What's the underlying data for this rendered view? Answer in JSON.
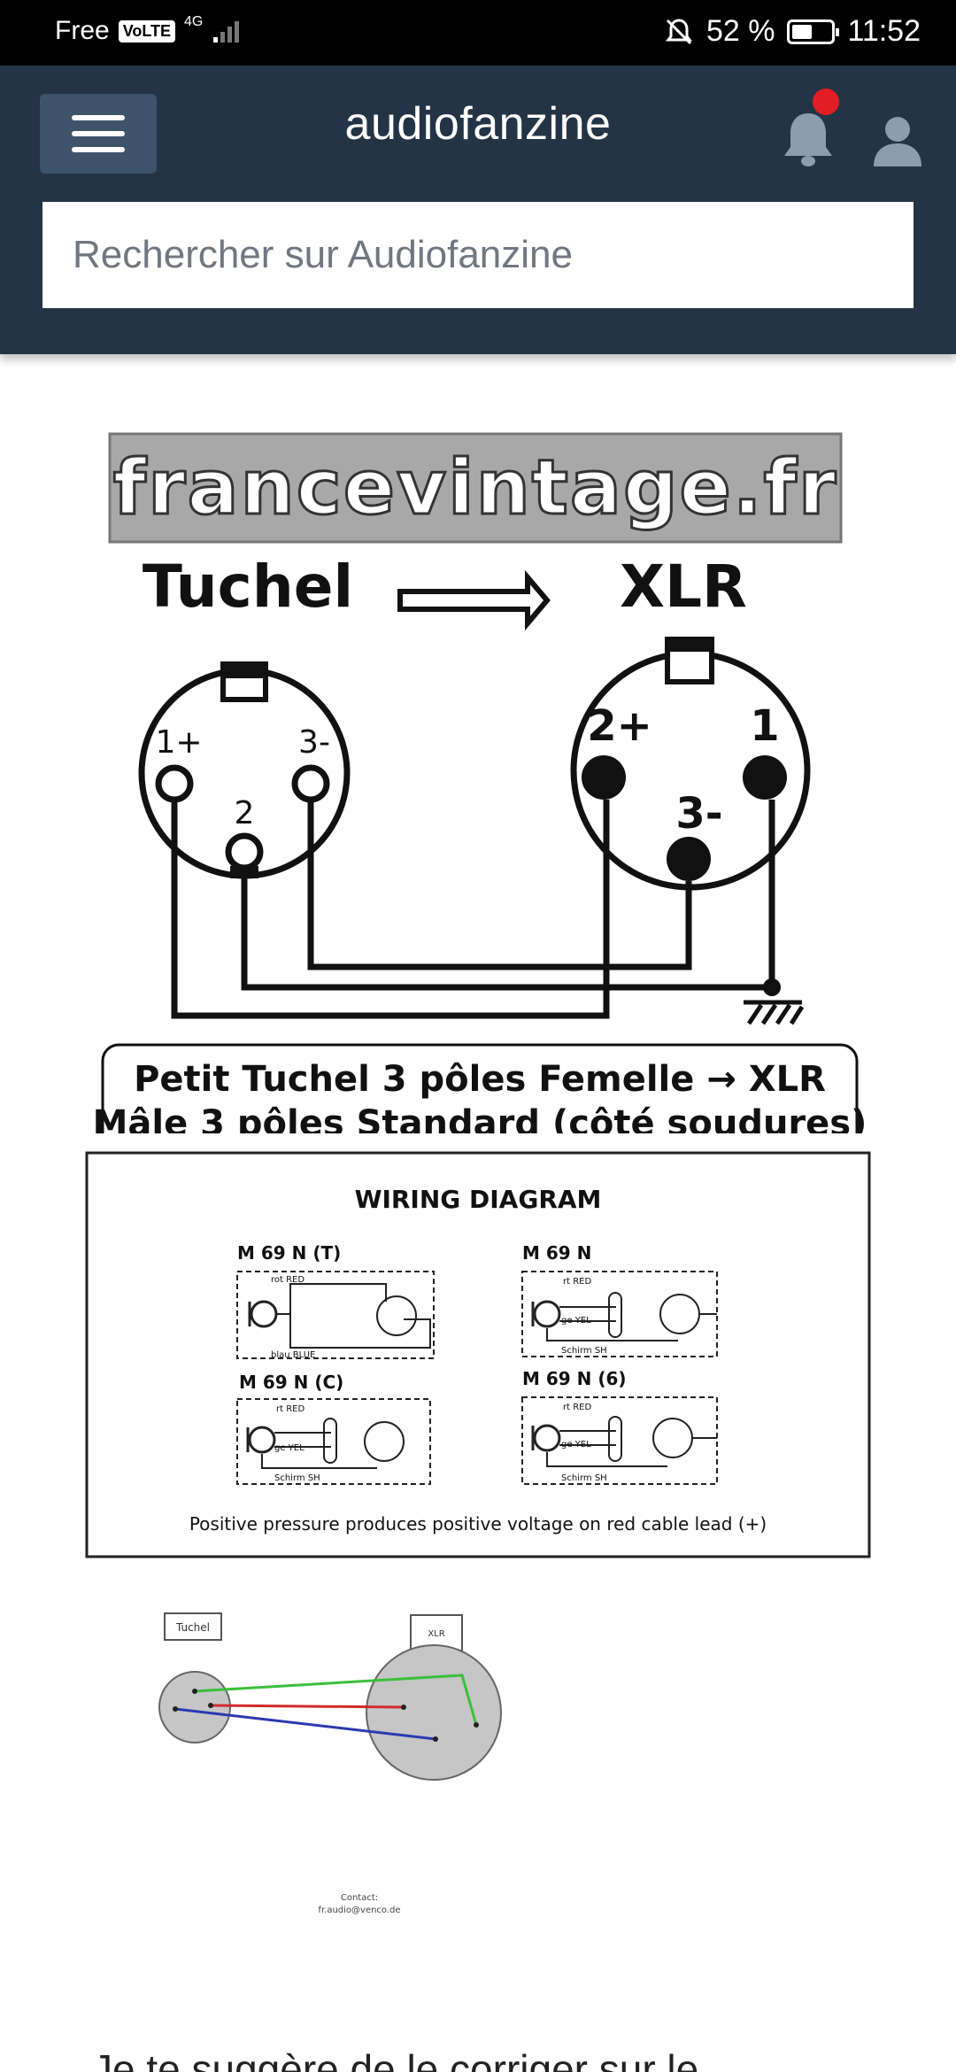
{
  "status_bar": {
    "carrier": "Free",
    "volte": "VoLTE",
    "network": "4G",
    "battery": "52 %",
    "time": "11:52"
  },
  "header": {
    "logo": "audiofanzine",
    "search_placeholder": "Rechercher sur Audiofanzine",
    "icons": [
      "menu-icon",
      "bell-icon",
      "user-icon"
    ],
    "notification_dot_color": "#e11d25",
    "background_color": "#233446"
  },
  "figure1": {
    "banner": "francevintage.fr",
    "left_label": "Tuchel",
    "right_label": "XLR",
    "tuchel_pins": [
      "1+",
      "3-",
      "2"
    ],
    "xlr_pins": [
      "2+",
      "1",
      "3-"
    ],
    "caption_line1": "Petit Tuchel 3 pôles Femelle → XLR",
    "caption_line2": "Mâle 3 pôles Standard (côté soudures)"
  },
  "figure2": {
    "title": "WIRING DIAGRAM",
    "models": [
      "M 69 N (T)",
      "M 69 N",
      "M 69 N (C)",
      "M 69 N (6)"
    ],
    "wire_labels": {
      "red_t": "rot RED",
      "blue_t": "blau BLUE",
      "red": "rt RED",
      "yel": "ge YEL",
      "schirm": "Schirm SH"
    },
    "footer": "Positive pressure produces positive voltage on red cable lead (+)"
  },
  "figure3": {
    "left_label": "Tuchel",
    "right_label": "XLR",
    "contact_line1": "Contact:",
    "contact_line2": "fr.audio@venco.de",
    "wire_colors": [
      "#3bbf3b",
      "#d42a2a",
      "#2a3ab0"
    ]
  },
  "body_text_partial": "Je te suggère de le corriger sur le"
}
